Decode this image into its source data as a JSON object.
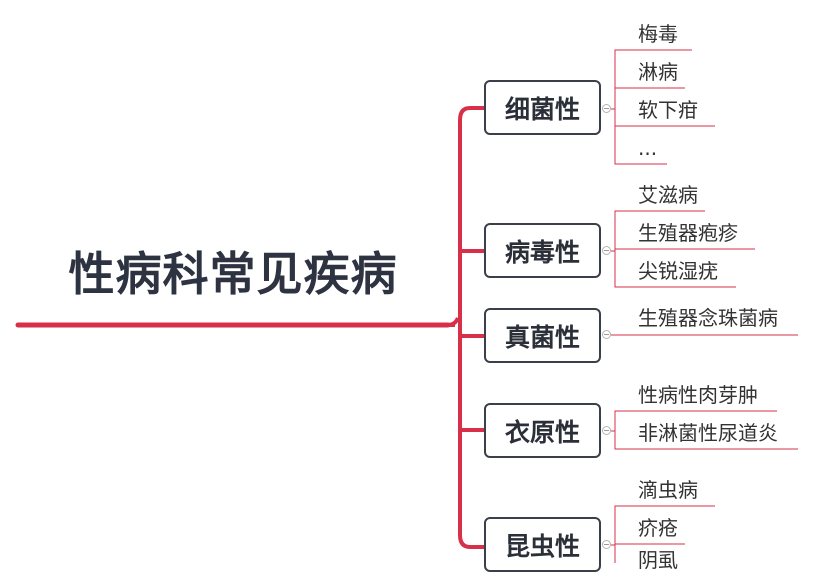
{
  "root": {
    "title": "性病科常见疾病"
  },
  "colors": {
    "branch": "#d9304a",
    "leaf_line": "#d9304a",
    "box_border": "#3a3f4a",
    "text": "#2d3341"
  },
  "categories": [
    {
      "label": "细菌性",
      "children": [
        "梅毒",
        "淋病",
        "软下疳",
        "..."
      ]
    },
    {
      "label": "病毒性",
      "children": [
        "艾滋病",
        "生殖器疱疹",
        "尖锐湿疣"
      ]
    },
    {
      "label": "真菌性",
      "children": [
        "生殖器念珠菌病"
      ]
    },
    {
      "label": "衣原性",
      "children": [
        "性病性肉芽肿",
        "非淋菌性尿道炎"
      ]
    },
    {
      "label": "昆虫性",
      "children": [
        "滴虫病",
        "疥疮",
        "阴虱"
      ]
    }
  ]
}
